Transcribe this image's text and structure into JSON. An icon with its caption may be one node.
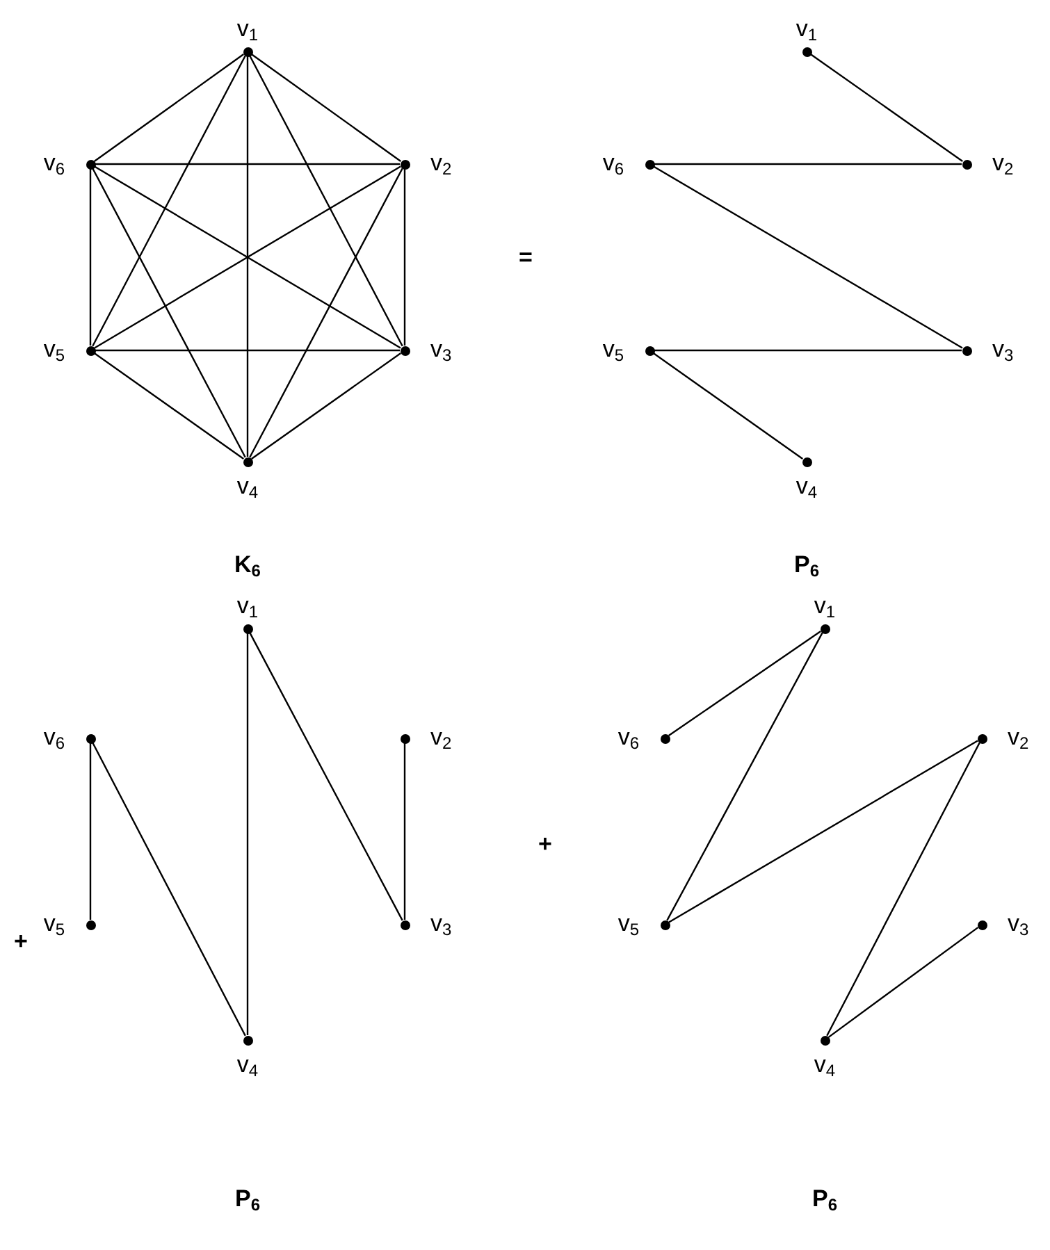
{
  "diagram": {
    "nodes": [
      {
        "text": [],
        "shape": "circle",
        "beside": [
          "v$_{1}$"
        ]
      },
      {
        "text": [],
        "shape": "circle",
        "beside": [
          "v$_{2}$"
        ]
      },
      {
        "text": [],
        "shape": "circle",
        "beside": [
          "v$_{3}$"
        ]
      },
      {
        "text": [],
        "shape": "circle",
        "beside": [
          "v$_{4}$"
        ]
      },
      {
        "text": [],
        "shape": "circle",
        "beside": [
          "v$_{5}$"
        ]
      },
      {
        "text": [],
        "shape": "circle",
        "beside": [
          "v$_{6}$"
        ]
      },
      {
        "text": [],
        "shape": "circle",
        "beside": [
          "v$_{1}$"
        ]
      },
      {
        "text": [],
        "shape": "circle",
        "beside": [
          "v$_{2}$"
        ]
      },
      {
        "text": [],
        "shape": "circle",
        "beside": [
          "v$_{3}$"
        ]
      },
      {
        "text": [],
        "shape": "circle",
        "beside": [
          "v$_{4}$"
        ]
      },
      {
        "text": [],
        "shape": "circle",
        "beside": [
          "v$_{5}$"
        ]
      },
      {
        "text": [],
        "shape": "circle",
        "beside": [
          "v$_{6}$"
        ]
      },
      {
        "text": [],
        "shape": "circle",
        "beside": [
          "v$_{1}$"
        ]
      },
      {
        "text": [],
        "shape": "circle",
        "beside": [
          "v$_{2}$"
        ]
      },
      {
        "text": [],
        "shape": "circle",
        "beside": [
          "v$_{3}$"
        ]
      },
      {
        "text": [],
        "shape": "circle",
        "beside": [
          "v$_{4}$"
        ]
      },
      {
        "text": [],
        "shape": "circle",
        "beside": [
          "v$_{5}$"
        ]
      },
      {
        "text": [],
        "shape": "circle",
        "beside": [
          "v$_{6}$"
        ]
      },
      {
        "text": [],
        "shape": "circle",
        "beside": [
          "v$_{1}$"
        ]
      },
      {
        "text": [],
        "shape": "circle",
        "beside": [
          "v$_{2}$"
        ]
      },
      {
        "text": [],
        "shape": "circle",
        "beside": [
          "v$_{3}$"
        ]
      },
      {
        "text": [],
        "shape": "circle",
        "beside": [
          "v$_{4}$"
        ]
      },
      {
        "text": [],
        "shape": "circle",
        "beside": [
          "v$_{5}$"
        ]
      },
      {
        "text": [],
        "shape": "circle",
        "beside": [
          "v$_{6}$"
        ]
      }
    ],
    "edges": [
      {
        "from": 0,
        "to": 1,
        "arrow": "none"
      },
      {
        "from": 0,
        "to": 2,
        "arrow": "none"
      },
      {
        "from": 0,
        "to": 3,
        "arrow": "none"
      },
      {
        "from": 0,
        "to": 4,
        "arrow": "none"
      },
      {
        "from": 0,
        "to": 5,
        "arrow": "none"
      },
      {
        "from": 1,
        "to": 2,
        "arrow": "none"
      },
      {
        "from": 1,
        "to": 3,
        "arrow": "none"
      },
      {
        "from": 1,
        "to": 4,
        "arrow": "none"
      },
      {
        "from": 1,
        "to": 5,
        "arrow": "none"
      },
      {
        "from": 2,
        "to": 3,
        "arrow": "none"
      },
      {
        "from": 2,
        "to": 4,
        "arrow": "none"
      },
      {
        "from": 2,
        "to": 5,
        "arrow": "none"
      },
      {
        "from": 3,
        "to": 4,
        "arrow": "none"
      },
      {
        "from": 3,
        "to": 5,
        "arrow": "none"
      },
      {
        "from": 4,
        "to": 5,
        "arrow": "none"
      },
      {
        "from": 6,
        "to": 7,
        "arrow": "none"
      },
      {
        "from": 7,
        "to": 11,
        "arrow": "none"
      },
      {
        "from": 11,
        "to": 8,
        "arrow": "none"
      },
      {
        "from": 8,
        "to": 10,
        "arrow": "none"
      },
      {
        "from": 10,
        "to": 9,
        "arrow": "none"
      },
      {
        "from": 16,
        "to": 17,
        "arrow": "none"
      },
      {
        "from": 17,
        "to": 15,
        "arrow": "none"
      },
      {
        "from": 15,
        "to": 12,
        "arrow": "none"
      },
      {
        "from": 12,
        "to": 14,
        "arrow": "none"
      },
      {
        "from": 14,
        "to": 13,
        "arrow": "none"
      },
      {
        "from": 23,
        "to": 18,
        "arrow": "none"
      },
      {
        "from": 18,
        "to": 22,
        "arrow": "none"
      },
      {
        "from": 22,
        "to": 19,
        "arrow": "none"
      },
      {
        "from": 19,
        "to": 21,
        "arrow": "none"
      },
      {
        "from": 21,
        "to": 20,
        "arrow": "none"
      }
    ],
    "labels": [
      "=",
      "K$_{6}$",
      "P$_{6}$",
      "+",
      "+",
      "P$_{6}$",
      "P$_{6}$"
    ]
  }
}
